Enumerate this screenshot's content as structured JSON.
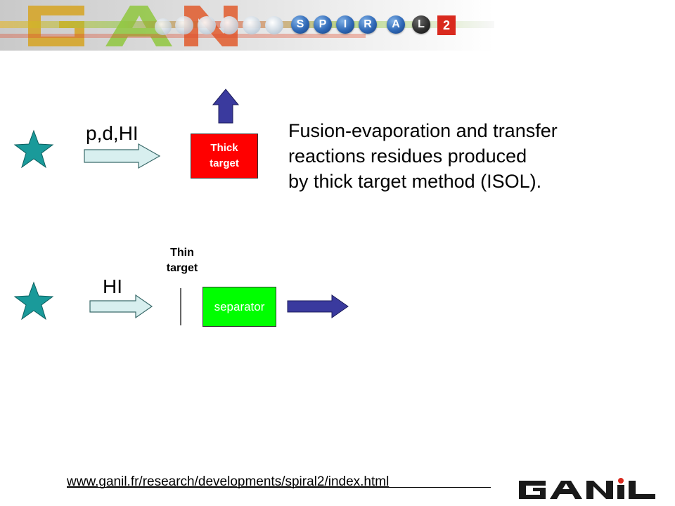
{
  "header": {
    "logo_text": "GANIL",
    "spiral_letters": [
      "S",
      "P",
      "I",
      "R",
      "A",
      "L"
    ],
    "spiral_number": "2"
  },
  "row1": {
    "beam_label": "p,d,HI",
    "target_label": "Thick\ntarget"
  },
  "description": {
    "lines": [
      "Fusion-evaporation and transfer",
      "reactions residues produced",
      "by thick target method (ISOL)."
    ]
  },
  "row2": {
    "beam_label": "HI",
    "target_label": "Thin\ntarget",
    "separator_label": "separator"
  },
  "footer": {
    "url": "www.ganil.fr/research/developments/spiral2/index.html",
    "logo_text": "GANIL"
  },
  "colors": {
    "star": "#1a9a9a",
    "beam_arrow": "#d8efef",
    "output_arrow": "#3a3a9e",
    "thick_target": "#ff0000",
    "separator": "#00ff00"
  }
}
